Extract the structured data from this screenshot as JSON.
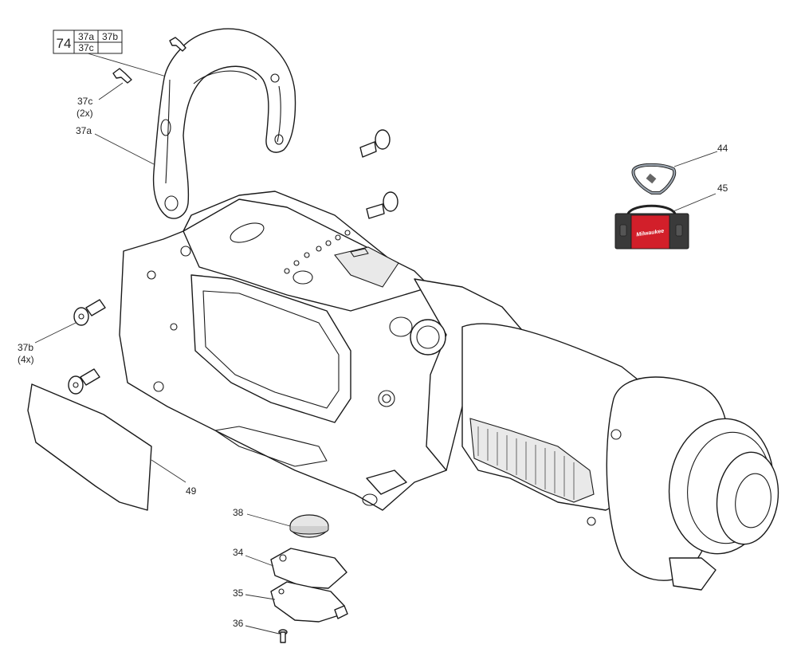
{
  "kit_box": {
    "number": "74",
    "items": [
      "37a",
      "37b",
      "37c"
    ]
  },
  "callouts": {
    "p37c": "37c",
    "p37c_qty": "(2x)",
    "p37a": "37a",
    "p37b": "37b",
    "p37b_qty": "(4x)",
    "p44": "44",
    "p45": "45",
    "p49": "49",
    "p38": "38",
    "p34": "34",
    "p35": "35",
    "p36": "36"
  },
  "bag_brand": "Milwaukee",
  "colors": {
    "bag_red": "#d21f2a",
    "bag_body": "#3a3a3a",
    "carabiner": "#9aa3ad"
  }
}
